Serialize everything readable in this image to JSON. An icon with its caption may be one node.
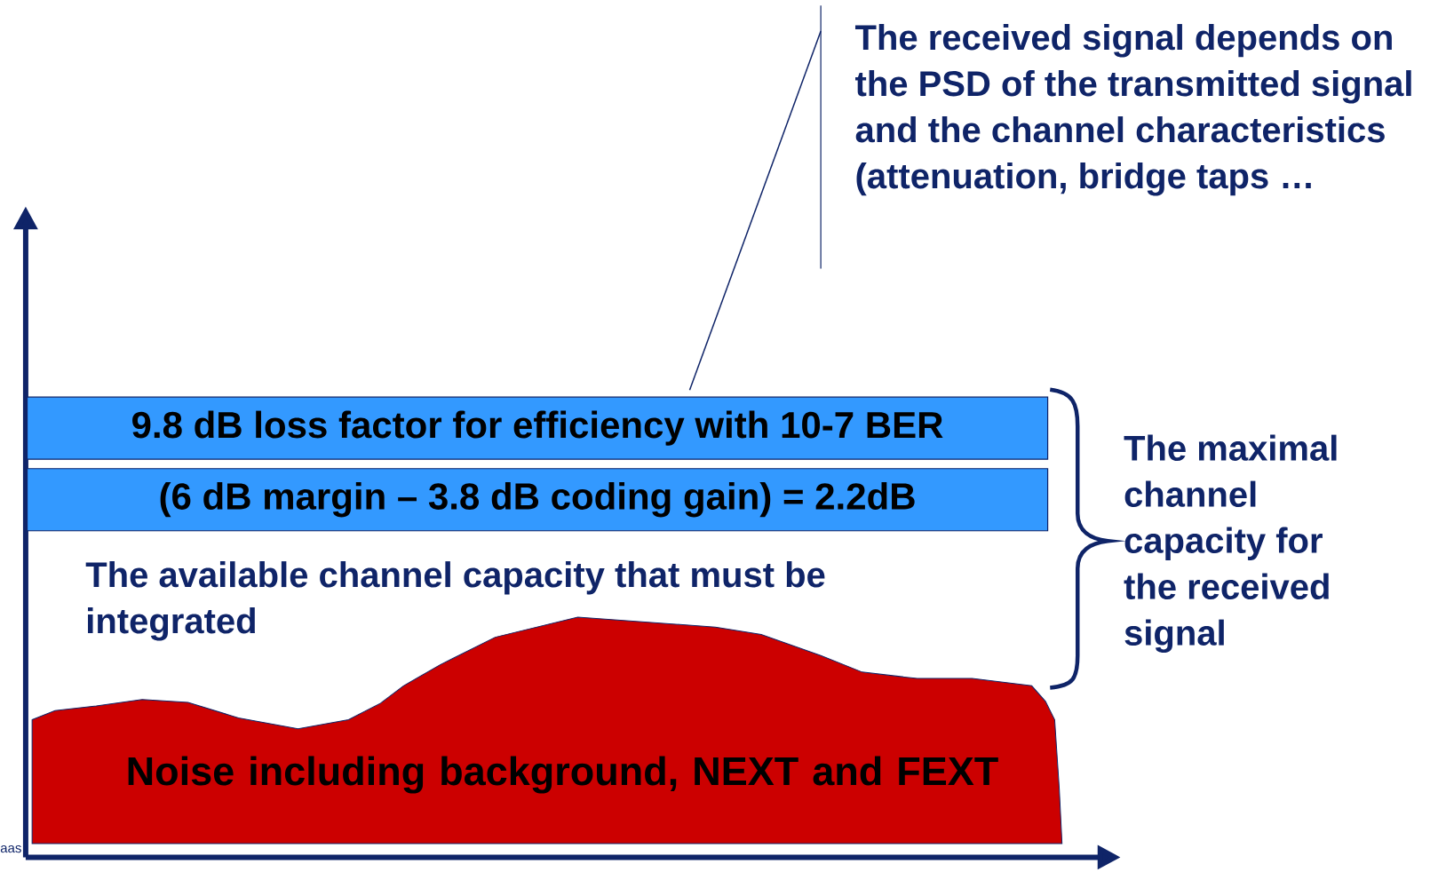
{
  "diagram": {
    "nodes": [
      {
        "text": [
          "The received signal depends on the PSD of the transmitted signal and the channel characteristics (attenuation, bridge taps …"
        ]
      },
      {
        "text": [
          "9.8 dB loss factor for efficiency with 10-7 BER"
        ]
      },
      {
        "text": [
          "(6 dB margin – 3.8 dB coding gain) = 2.2dB"
        ]
      },
      {
        "text": [
          "The available channel capacity that must be integrated"
        ]
      },
      {
        "text": [
          "Noise including background, NEXT and FEXT"
        ]
      },
      {
        "text": [
          "The maximal channel capacity for the received signal"
        ]
      }
    ],
    "edges": [
      {
        "from": 0,
        "to": 1,
        "arrow": "none"
      }
    ],
    "labels": [
      "aas"
    ]
  }
}
